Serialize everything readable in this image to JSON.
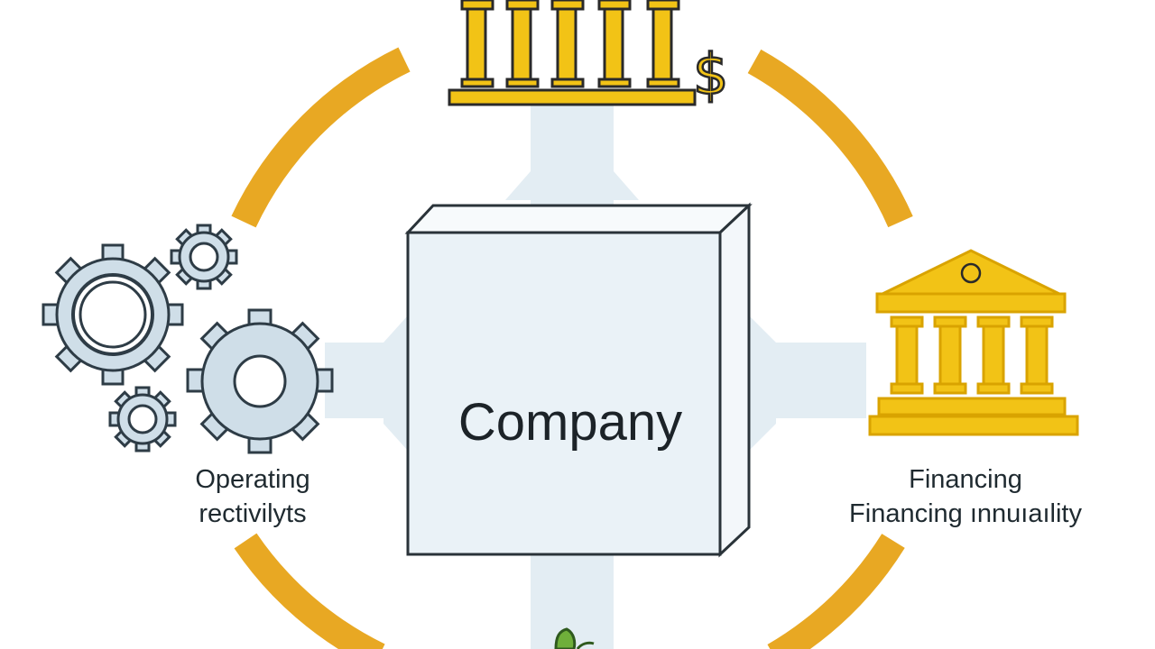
{
  "center": {
    "label": "Company"
  },
  "left_node": {
    "line1": "Operating",
    "line2": "rectivilyts",
    "icon": "gears-icon"
  },
  "right_node": {
    "line1": "Financing",
    "line2": "Financing ınnuıaılity",
    "icon": "bank-building-icon"
  },
  "top_node": {
    "icon": "bank-columns-dollar-icon",
    "symbol": "$"
  },
  "bottom_node": {
    "icon": "sprout-icon"
  },
  "colors": {
    "ring": "#E8A823",
    "gold": "#F2C316",
    "gold_outline": "#D9A300",
    "gear_fill": "#CFDEE8",
    "gear_stroke": "#2E3C46",
    "box_fill": "#EAF2F7",
    "box_stroke": "#2A3339",
    "connector": "#E3EDF3"
  }
}
